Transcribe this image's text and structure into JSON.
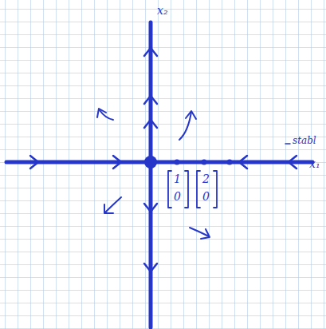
{
  "diagram": {
    "labels": [
      "x₂",
      "x₁",
      "stabl",
      "1",
      "0",
      "2",
      "0"
    ]
  }
}
